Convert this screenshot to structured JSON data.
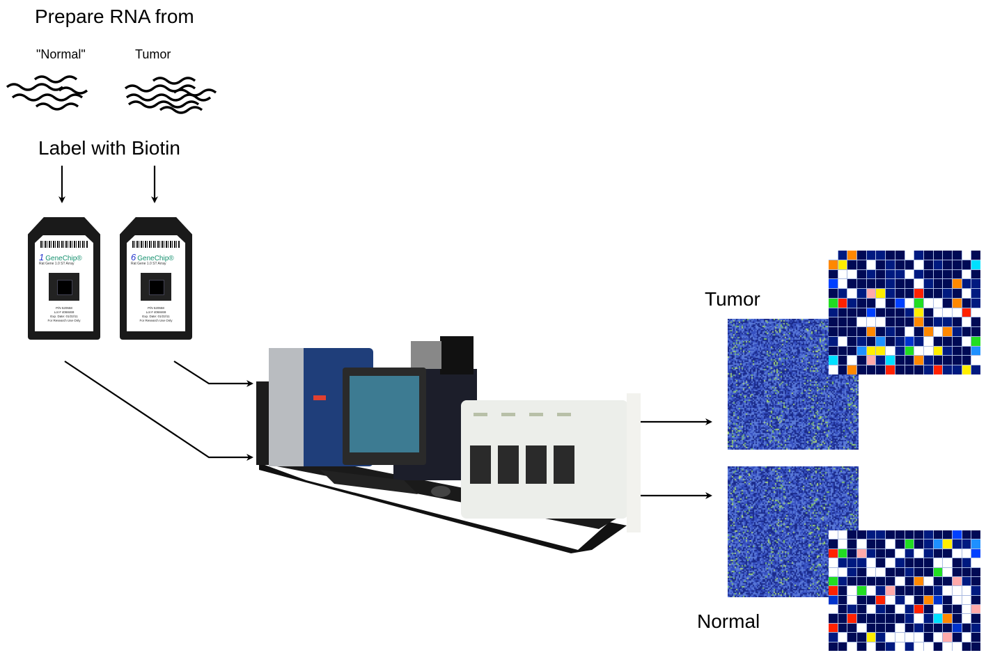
{
  "title": "Prepare RNA from",
  "samples": {
    "normal": "\"Normal\"",
    "tumor": "Tumor"
  },
  "step_label": "Label with Biotin",
  "chips": [
    {
      "marker": "1",
      "brand": "GeneChip®",
      "array": "Rat Gene 1.0 ST Array",
      "pn": "P/N 520558",
      "lot": "Lot # 4068469",
      "exp": "Exp. Date: 01/22/11",
      "use": "For Research Use Only"
    },
    {
      "marker": "6",
      "brand": "GeneChip®",
      "array": "Rat Gene 1.0 ST Array",
      "pn": "P/N 520558",
      "lot": "Lot # 4068469",
      "exp": "Exp. Date: 01/22/11",
      "use": "For Research Use Only"
    }
  ],
  "results": {
    "tumor_label": "Tumor",
    "normal_label": "Normal"
  },
  "colors": {
    "scan_bg": "#2a3aa0",
    "heatmap_bg": "#000a55",
    "grid": "#a8b8e0"
  }
}
